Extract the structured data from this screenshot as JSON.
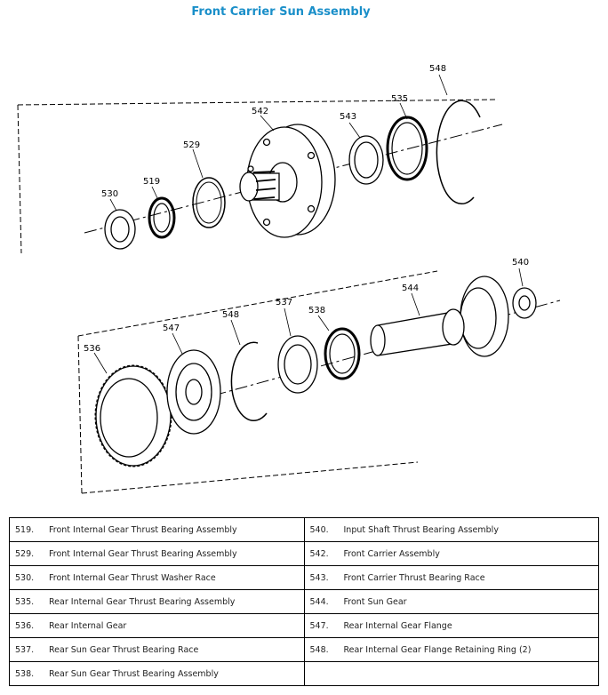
{
  "title": "Front Carrier Sun Assembly",
  "callouts": {
    "c548a": "548",
    "c535": "535",
    "c542": "542",
    "c543": "543",
    "c529": "529",
    "c519": "519",
    "c530": "530",
    "c540": "540",
    "c544": "544",
    "c537": "537",
    "c538": "538",
    "c548b": "548",
    "c547": "547",
    "c536": "536"
  },
  "legend": {
    "rows": [
      {
        "left": {
          "num": "519.",
          "desc": "Front Internal Gear Thrust Bearing Assembly"
        },
        "right": {
          "num": "540.",
          "desc": "Input Shaft Thrust Bearing Assembly"
        }
      },
      {
        "left": {
          "num": "529.",
          "desc": "Front Internal Gear Thrust Bearing Assembly"
        },
        "right": {
          "num": "542.",
          "desc": "Front Carrier Assembly"
        }
      },
      {
        "left": {
          "num": "530.",
          "desc": "Front Internal Gear Thrust Washer Race"
        },
        "right": {
          "num": "543.",
          "desc": "Front Carrier Thrust Bearing Race"
        }
      },
      {
        "left": {
          "num": "535.",
          "desc": "Rear Internal Gear Thrust Bearing Assembly"
        },
        "right": {
          "num": "544.",
          "desc": "Front Sun Gear"
        }
      },
      {
        "left": {
          "num": "536.",
          "desc": "Rear Internal Gear"
        },
        "right": {
          "num": "547.",
          "desc": "Rear Internal Gear Flange"
        }
      },
      {
        "left": {
          "num": "537.",
          "desc": "Rear Sun Gear Thrust Bearing Race"
        },
        "right": {
          "num": "548.",
          "desc": "Rear Internal Gear Flange Retaining Ring (2)"
        }
      },
      {
        "left": {
          "num": "538.",
          "desc": "Rear Sun Gear Thrust Bearing Assembly"
        },
        "right": {
          "num": "",
          "desc": ""
        }
      }
    ]
  }
}
